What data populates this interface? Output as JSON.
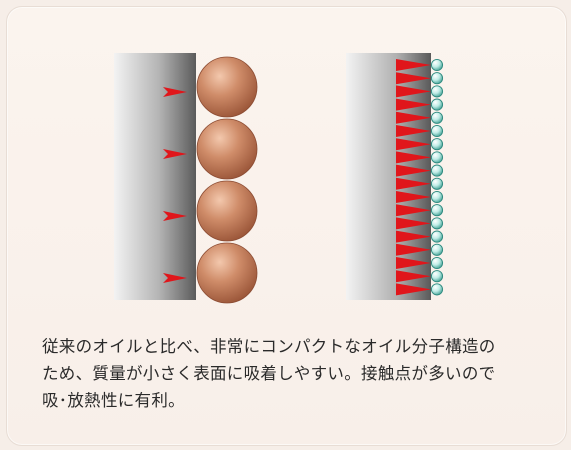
{
  "caption": {
    "line1": "従来のオイルと比べ、非常にコンパクトなオイル分子構造の",
    "line2": "ため、質量が小さく表面に吸着しやすい。接触点が多いので",
    "line3": "吸･放熱性に有利。"
  },
  "colors": {
    "background": "#f8efe9",
    "wall_dark": "#5e5e5e",
    "wall_light": "#f2f2f2",
    "arrow": "#e0161b",
    "large_sphere": "#c07a58",
    "small_sphere": "#7fcfc6"
  },
  "diagram": {
    "conventional_oil_sphere_count": 4,
    "compact_oil_sphere_count": 18,
    "compact_oil_contact_arrow_count": 18
  }
}
